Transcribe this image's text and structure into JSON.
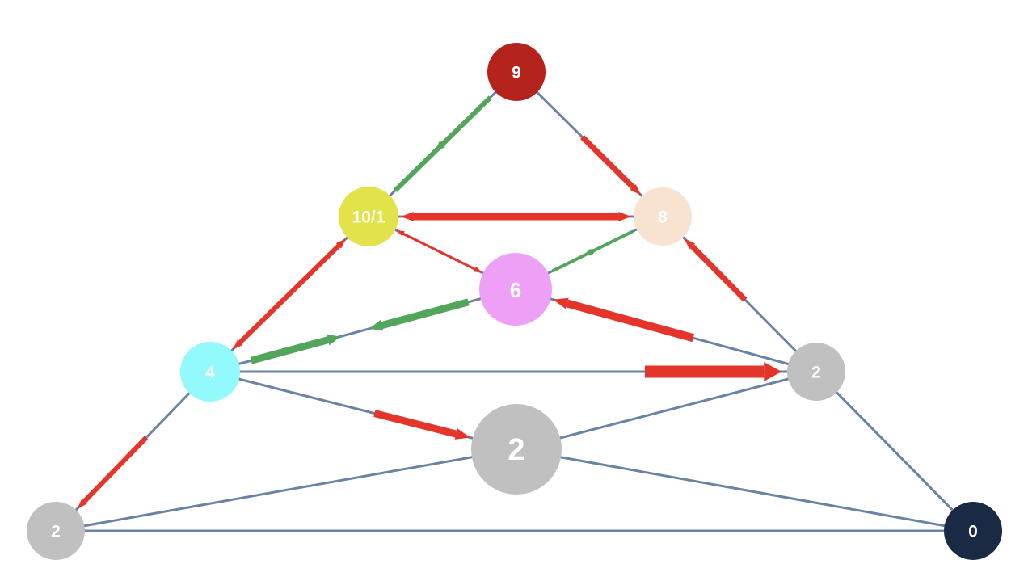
{
  "colors": {
    "edge": "#6a82a3",
    "red_arrow": "#e5352b",
    "green_arrow": "#52a55a"
  },
  "nodes": [
    {
      "id": "n9",
      "label": "9",
      "color": "#b5231d"
    },
    {
      "id": "n10_1",
      "label": "10/1",
      "color": "#e2e24a"
    },
    {
      "id": "n8",
      "label": "8",
      "color": "#f7e3cf"
    },
    {
      "id": "n6",
      "label": "6",
      "color": "#eda0f5"
    },
    {
      "id": "n4",
      "label": "4",
      "color": "#92f9fc"
    },
    {
      "id": "n2r",
      "label": "2",
      "color": "#c0c0c0"
    },
    {
      "id": "n2c",
      "label": "2",
      "color": "#c0c0c0"
    },
    {
      "id": "n2l",
      "label": "2",
      "color": "#c0c0c0"
    },
    {
      "id": "n0",
      "label": "0",
      "color": "#1b2a44"
    }
  ],
  "edges": [
    {
      "from": "n9",
      "to": "n10_1"
    },
    {
      "from": "n9",
      "to": "n8"
    },
    {
      "from": "n10_1",
      "to": "n8"
    },
    {
      "from": "n10_1",
      "to": "n6"
    },
    {
      "from": "n10_1",
      "to": "n4"
    },
    {
      "from": "n8",
      "to": "n6"
    },
    {
      "from": "n8",
      "to": "n2r"
    },
    {
      "from": "n6",
      "to": "n4"
    },
    {
      "from": "n6",
      "to": "n2r"
    },
    {
      "from": "n4",
      "to": "n2r"
    },
    {
      "from": "n4",
      "to": "n2c"
    },
    {
      "from": "n4",
      "to": "n2l"
    },
    {
      "from": "n2r",
      "to": "n2c"
    },
    {
      "from": "n2r",
      "to": "n0"
    },
    {
      "from": "n2l",
      "to": "n2c"
    },
    {
      "from": "n2l",
      "to": "n0"
    },
    {
      "from": "n2c",
      "to": "n0"
    }
  ],
  "arrows": [
    {
      "color": "red",
      "from": "n9",
      "to": "n8"
    },
    {
      "color": "red",
      "from": "n8",
      "to": "n10_1"
    },
    {
      "color": "red",
      "from": "n10_1",
      "to": "n8"
    },
    {
      "color": "red",
      "from": "n6",
      "to": "n10_1"
    },
    {
      "color": "red",
      "from": "n10_1",
      "to": "n6"
    },
    {
      "color": "red",
      "from": "n4",
      "to": "n10_1"
    },
    {
      "color": "red",
      "from": "n10_1",
      "to": "n4"
    },
    {
      "color": "red",
      "from": "n2r",
      "to": "n8"
    },
    {
      "color": "red",
      "from": "n2r",
      "to": "n6"
    },
    {
      "color": "red",
      "from": "n4",
      "to": "n2r"
    },
    {
      "color": "red",
      "from": "n4",
      "to": "n2c"
    },
    {
      "color": "red",
      "from": "n4",
      "to": "n2l"
    },
    {
      "color": "green",
      "from": "n10_1",
      "to": "n9"
    },
    {
      "color": "green",
      "from": "n9",
      "to": "n10_1"
    },
    {
      "color": "green",
      "from": "n6",
      "to": "n8"
    },
    {
      "color": "green",
      "from": "n8",
      "to": "n6"
    },
    {
      "color": "green",
      "from": "n4",
      "to": "n6"
    },
    {
      "color": "green",
      "from": "n6",
      "to": "n4"
    }
  ]
}
